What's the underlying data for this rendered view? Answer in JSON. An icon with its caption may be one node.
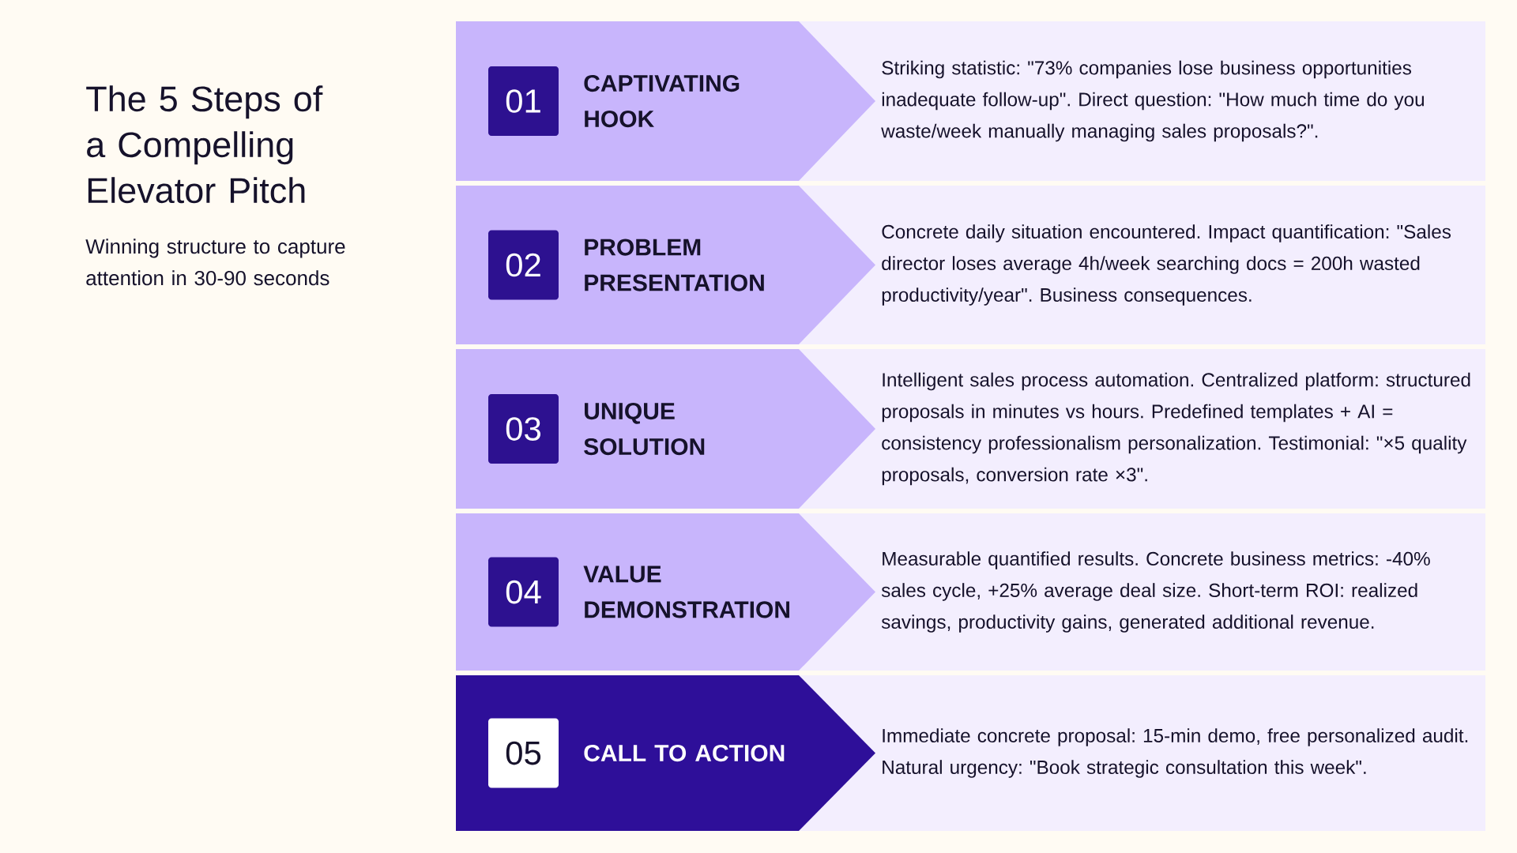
{
  "diagram": {
    "title": "The 5 Steps of a Compelling Elevator Pitch",
    "nodes": [
      {
        "text": [
          "CAPTIVATING HOOK"
        ]
      },
      {
        "text": [
          "01"
        ],
        "in": 0
      },
      {
        "text": [
          "Striking statistic: \"73% companies lose business opportunities inadequate follow-up\". Direct question: \"How much time do you waste/week manually managing sales proposals?\"."
        ]
      },
      {
        "text": [
          "PROBLEM PRESENTATION"
        ]
      },
      {
        "text": [
          "02"
        ],
        "in": 3
      },
      {
        "text": [
          "Concrete daily situation encountered. Impact quantification: \"Sales director loses average 4h/week searching docs = 200h wasted productivity/year\". Business consequences."
        ]
      },
      {
        "text": [
          "UNIQUE SOLUTION"
        ]
      },
      {
        "text": [
          "03"
        ],
        "in": 6
      },
      {
        "text": [
          "Intelligent sales process automation. Centralized platform: structured proposals in minutes vs hours. Predefined templates + AI = consistency professionalism personalization. Testimonial: \"×5 quality proposals, conversion rate ×3\"."
        ]
      },
      {
        "text": [
          "VALUE DEMONSTRATION"
        ]
      },
      {
        "text": [
          "04"
        ],
        "in": 9
      },
      {
        "text": [
          "Measurable quantified results. Concrete business metrics: -40% sales cycle, +25% average deal size. Short-term ROI: realized savings, productivity gains, generated additional revenue."
        ]
      },
      {
        "text": [
          "CALL TO ACTION"
        ]
      },
      {
        "text": [
          "05"
        ],
        "in": 12
      },
      {
        "text": [
          "Immediate concrete proposal: 15-min demo, free personalized audit. Natural urgency: \"Book strategic consultation this week\"."
        ]
      }
    ],
    "labels": [
      "Winning structure to capture attention in 30-90 seconds"
    ]
  }
}
